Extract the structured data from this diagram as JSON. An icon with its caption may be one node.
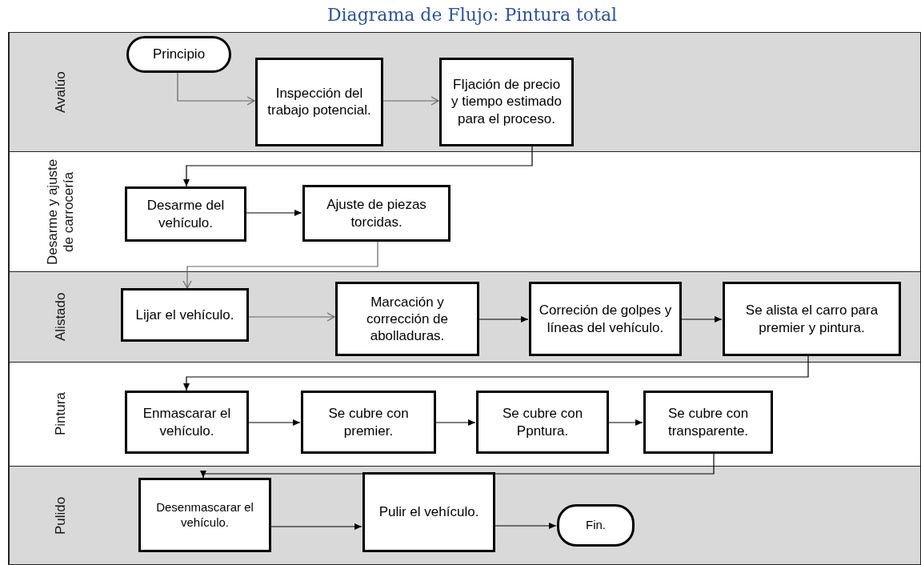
{
  "diagram": {
    "title": "Diagrama de Flujo: Pintura total",
    "nodes": [
      {
        "text": [
          "Avalúo"
        ]
      },
      {
        "text": [
          "Principio"
        ],
        "in": 0
      },
      {
        "text": [
          "Inspección del trabajo potencial."
        ],
        "in": 0
      },
      {
        "text": [
          "FIjación de precio y tiempo estimado para el proceso."
        ],
        "in": 0
      },
      {
        "text": [
          "Desarme y ajuste de carrocería"
        ]
      },
      {
        "text": [
          "Desarme del vehículo."
        ],
        "in": 4
      },
      {
        "text": [
          "Ajuste de piezas torcidas."
        ],
        "in": 4
      },
      {
        "text": [
          "Alistado"
        ]
      },
      {
        "text": [
          "Lijar el vehículo."
        ],
        "in": 7
      },
      {
        "text": [
          "Marcación y corrección de abolladuras."
        ],
        "in": 7
      },
      {
        "text": [
          "Correción de golpes y líneas del vehículo."
        ],
        "in": 7
      },
      {
        "text": [
          "Se alista el carro para premier y pintura."
        ],
        "in": 7
      },
      {
        "text": [
          "Pintura"
        ]
      },
      {
        "text": [
          "Enmascarar el vehículo."
        ],
        "in": 12
      },
      {
        "text": [
          "Se cubre con premier."
        ],
        "in": 12
      },
      {
        "text": [
          "Se cubre con Ppntura."
        ],
        "in": 12
      },
      {
        "text": [
          "Se cubre con transparente."
        ],
        "in": 12
      },
      {
        "text": [
          "Pulido"
        ]
      },
      {
        "text": [
          "Desenmascarar el vehículo."
        ],
        "in": 17
      },
      {
        "text": [
          "Pulir el vehículo."
        ],
        "in": 17
      },
      {
        "text": [
          "Fin."
        ],
        "in": 17
      }
    ],
    "edges": [
      {
        "from": 1,
        "to": 2,
        "arrow": "to",
        "color": "#666666"
      },
      {
        "from": 2,
        "to": 3,
        "arrow": "to",
        "color": "#666666"
      },
      {
        "from": 3,
        "to": 5,
        "arrow": "to"
      },
      {
        "from": 5,
        "to": 6,
        "arrow": "to"
      },
      {
        "from": 6,
        "to": 8,
        "arrow": "to",
        "color": "#666666"
      },
      {
        "from": 8,
        "to": 9,
        "arrow": "to",
        "color": "#666666"
      },
      {
        "from": 9,
        "to": 10,
        "arrow": "to"
      },
      {
        "from": 10,
        "to": 11,
        "arrow": "to"
      },
      {
        "from": 11,
        "to": 13,
        "arrow": "to"
      },
      {
        "from": 13,
        "to": 14,
        "arrow": "to"
      },
      {
        "from": 14,
        "to": 15,
        "arrow": "to"
      },
      {
        "from": 15,
        "to": 16,
        "arrow": "to"
      },
      {
        "from": 16,
        "to": 18,
        "arrow": "to"
      },
      {
        "from": 18,
        "to": 19,
        "arrow": "to"
      },
      {
        "from": 19,
        "to": 20,
        "arrow": "to"
      }
    ]
  }
}
